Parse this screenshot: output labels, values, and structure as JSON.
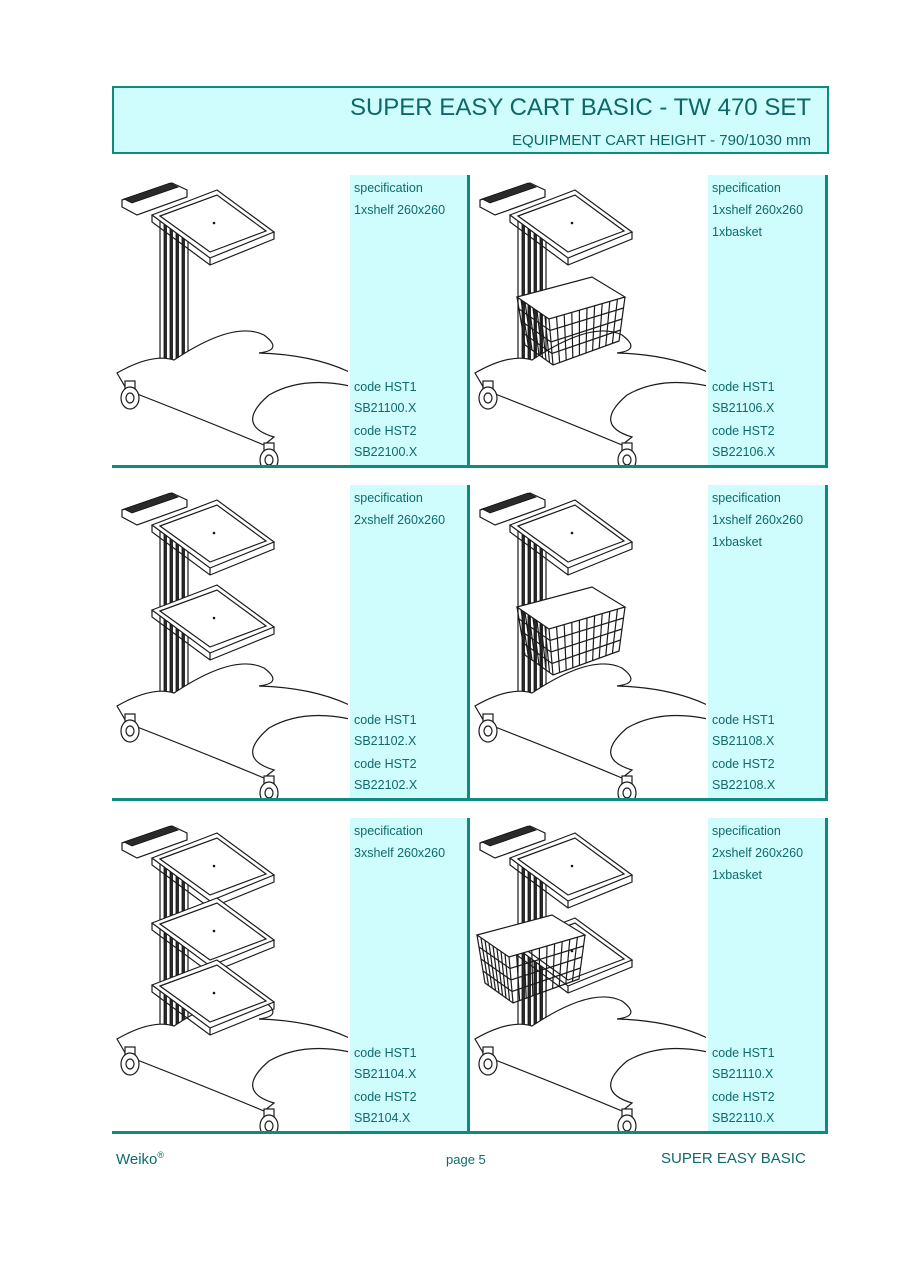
{
  "header": {
    "title": "SUPER EASY CART BASIC - TW 470 SET",
    "subtitle": "EQUIPMENT CART HEIGHT - 790/1030 mm"
  },
  "panels": [
    {
      "spec_label": "specification",
      "spec_lines": [
        "1xshelf 260x260",
        ""
      ],
      "codes": [
        "code HST1",
        "SB21100.X",
        "code HST2",
        "SB22100.X"
      ],
      "shelves": 1,
      "basket": false
    },
    {
      "spec_label": "specification",
      "spec_lines": [
        "1xshelf 260x260",
        "1xbasket"
      ],
      "codes": [
        "code HST1",
        "SB21106.X",
        "code HST2",
        "SB22106.X"
      ],
      "shelves": 1,
      "basket": true
    },
    {
      "spec_label": "specification",
      "spec_lines": [
        "2xshelf 260x260",
        ""
      ],
      "codes": [
        "code HST1",
        "SB21102.X",
        "code HST2",
        "SB22102.X"
      ],
      "shelves": 2,
      "basket": false
    },
    {
      "spec_label": "specification",
      "spec_lines": [
        "1xshelf 260x260",
        "1xbasket"
      ],
      "codes": [
        "code HST1",
        "SB21108.X",
        "code HST2",
        "SB22108.X"
      ],
      "shelves": 1,
      "basket": true
    },
    {
      "spec_label": "specification",
      "spec_lines": [
        "3xshelf 260x260",
        ""
      ],
      "codes": [
        "code HST1",
        "SB21104.X",
        "code HST2",
        "SB2104.X"
      ],
      "shelves": 3,
      "basket": false
    },
    {
      "spec_label": "specification",
      "spec_lines": [
        "2xshelf 260x260",
        "1xbasket"
      ],
      "codes": [
        "code HST1",
        "SB21110.X",
        "code HST2",
        "SB22110.X"
      ],
      "shelves": 2,
      "basket": true
    }
  ],
  "footer": {
    "brand": "Weiko",
    "brand_mark": "®",
    "page": "page 5",
    "product": "SUPER EASY BASIC"
  },
  "colors": {
    "accent": "#0f8a80",
    "panel_fill": "#cffcfc",
    "text": "#0d6b6b"
  }
}
